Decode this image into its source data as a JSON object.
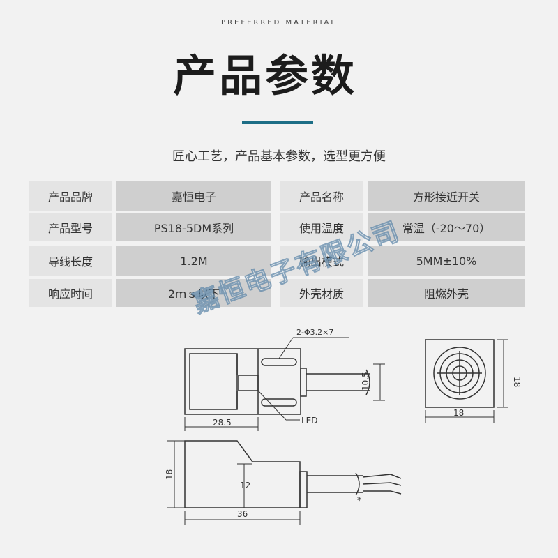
{
  "header": {
    "eyebrow": "PREFERRED MATERIAL",
    "title": "产品参数",
    "subtitle": "匠心工艺，产品基本参数，选型更方便",
    "accent_color": "#1d6e86"
  },
  "specs": [
    {
      "label": "产品品牌",
      "value": "嘉恒电子"
    },
    {
      "label": "产品名称",
      "value": "方形接近开关"
    },
    {
      "label": "产品型号",
      "value": "PS18-5DM系列"
    },
    {
      "label": "使用温度",
      "value": "常温（-20～70）"
    },
    {
      "label": "导线长度",
      "value": "1.2M"
    },
    {
      "label": "输出模式",
      "value": "5MM±10%"
    },
    {
      "label": "响应时间",
      "value": "2ｍｓ以下"
    },
    {
      "label": "外壳材质",
      "value": "阻燃外壳"
    }
  ],
  "watermark": "嘉恒电子有限公司",
  "drawing": {
    "hole_note": "2-Φ3.2×7",
    "dim_top_width": "28.5",
    "dim_top_height": "10.5",
    "led_label": "LED",
    "dim_front_height": "18",
    "dim_front_width": "18",
    "dim_side_height": "18",
    "dim_side_inner": "12",
    "dim_side_width": "36",
    "asterisk": "*"
  }
}
